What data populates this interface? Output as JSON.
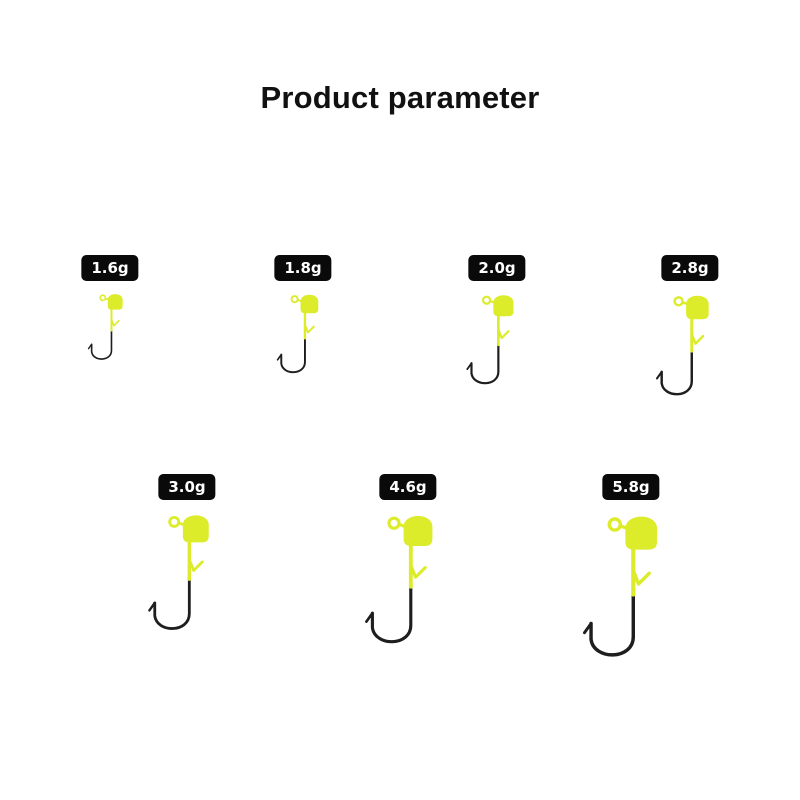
{
  "header": {
    "title": "Product parameter"
  },
  "colors": {
    "jig_head": "#dcec2a",
    "hook": "#1e1e1e",
    "badge_bg": "#0a0a0a",
    "badge_text": "#ffffff"
  },
  "products": [
    {
      "weight": "1.6g",
      "icon": "jig-hook-icon"
    },
    {
      "weight": "1.8g",
      "icon": "jig-hook-icon"
    },
    {
      "weight": "2.0g",
      "icon": "jig-hook-icon"
    },
    {
      "weight": "2.8g",
      "icon": "jig-hook-icon"
    },
    {
      "weight": "3.0g",
      "icon": "jig-hook-icon"
    },
    {
      "weight": "4.6g",
      "icon": "jig-hook-icon"
    },
    {
      "weight": "5.8g",
      "icon": "jig-hook-icon"
    }
  ]
}
